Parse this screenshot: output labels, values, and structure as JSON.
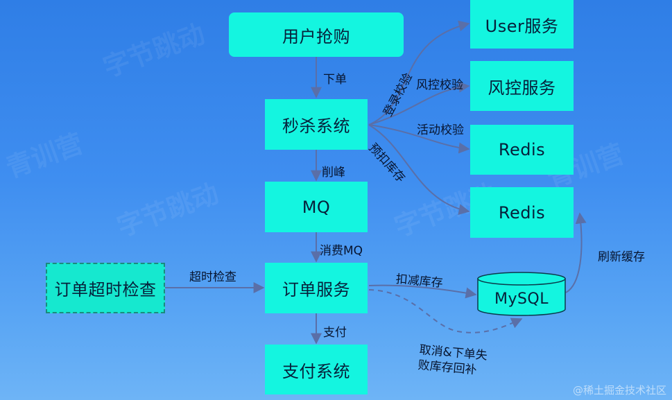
{
  "nodes": {
    "user_buy": "用户抢购",
    "seckill": "秒杀系统",
    "mq": "MQ",
    "order_service": "订单服务",
    "pay_system": "支付系统",
    "order_timeout": "订单超时检查",
    "user_service": "User服务",
    "risk_service": "风控服务",
    "redis_1": "Redis",
    "redis_2": "Redis",
    "mysql": "MySQL"
  },
  "edges": {
    "place_order": "下单",
    "peak_shaving": "削峰",
    "consume_mq": "消费MQ",
    "pay": "支付",
    "timeout_check": "超时检查",
    "login_check": "登录校验",
    "risk_check": "风控校验",
    "activity_check": "活动校验",
    "pre_deduct": "预扣库存",
    "deduct_stock": "扣减库存",
    "refresh_cache": "刷新缓存",
    "rollback_line1": "取消&下单失",
    "rollback_line2": "败库存回补"
  },
  "watermark": {
    "text_1": "字节跳动",
    "text_2": "青训营"
  },
  "credit": "@稀土掘金技术社区",
  "colors": {
    "node_fill": "#14f5e0",
    "arrow": "#5a6fa8",
    "background": "#3f8ef0"
  }
}
